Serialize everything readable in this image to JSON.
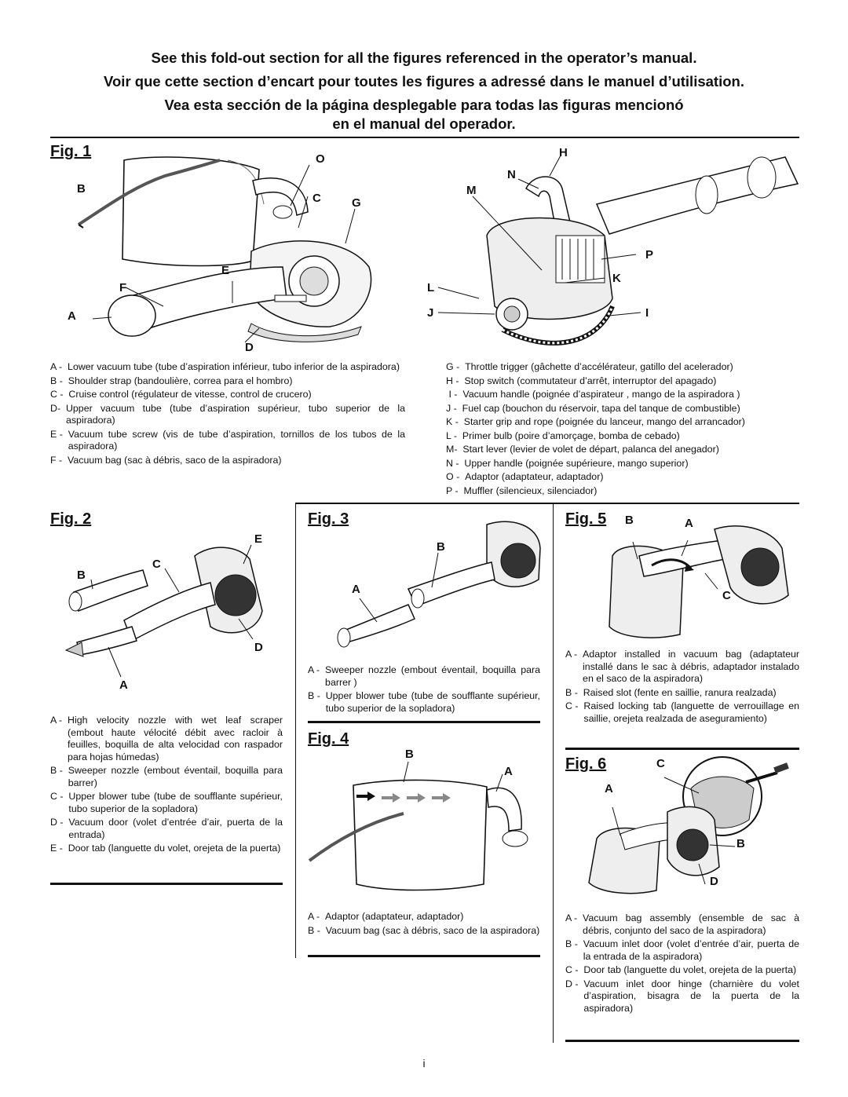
{
  "headings": {
    "en": "See this fold-out section for all the figures referenced in the operator’s manual.",
    "fr": "Voir que cette section d’encart pour toutes les figures a adressé dans le manuel d’utilisation.",
    "es_line1": "Vea esta sección de la página desplegable para todas las figuras mencionó",
    "es_line2": "en el manual del operador."
  },
  "fig1": {
    "label": "Fig. 1",
    "letters_left": [
      "O",
      "B",
      "C",
      "G",
      "E",
      "F",
      "A",
      "D"
    ],
    "letters_right": [
      "H",
      "N",
      "M",
      "P",
      "K",
      "L",
      "J",
      "I"
    ],
    "legend_left": [
      {
        "k": "A -  ",
        "t": "Lower vacuum tube (tube d’aspiration inférieur, tubo inferior de la aspiradora)"
      },
      {
        "k": "B -  ",
        "t": "Shoulder strap (bandoulière, correa para el hombro)"
      },
      {
        "k": "C -  ",
        "t": "Cruise control (régulateur de vitesse, control de crucero)"
      },
      {
        "k": "D-  ",
        "t": "Upper vacuum tube (tube d’aspiration supérieur, tubo superior de la aspiradora)"
      },
      {
        "k": "E -  ",
        "t": "Vacuum tube screw (vis de tube d’aspiration, tornillos de los tubos de la aspiradora)"
      },
      {
        "k": "F -  ",
        "t": "Vacuum bag (sac à débris, saco de la aspiradora)"
      }
    ],
    "legend_right": [
      {
        "k": "G -  ",
        "t": "Throttle trigger (gâchette d’accélérateur, gatillo del acelerador)"
      },
      {
        "k": "H -  ",
        "t": "Stop switch (commutateur d’arrêt, interruptor del apagado)"
      },
      {
        "k": " I -  ",
        "t": "Vacuum handle (poignée d’aspirateur , mango de la aspiradora )"
      },
      {
        "k": "J -  ",
        "t": "Fuel cap (bouchon du réservoir, tapa del tanque de combustible)"
      },
      {
        "k": "K -  ",
        "t": "Starter grip and rope (poignée du lanceur, mango del arrancador)"
      },
      {
        "k": "L -  ",
        "t": "Primer bulb (poire d’amorçage, bomba de cebado)"
      },
      {
        "k": "M-  ",
        "t": "Start lever (levier de volet de départ, palanca del anegador)"
      },
      {
        "k": "N -  ",
        "t": "Upper handle (poignée supérieure, mango superior)"
      },
      {
        "k": "O -  ",
        "t": "Adaptor (adaptateur, adaptador)"
      },
      {
        "k": "P -  ",
        "t": "Muffler (silencieux, silenciador)"
      }
    ]
  },
  "fig2": {
    "label": "Fig. 2",
    "letters": [
      "E",
      "C",
      "B",
      "D",
      "A"
    ],
    "legend": [
      {
        "k": "A -  ",
        "t": "High velocity nozzle with wet leaf scraper (embout haute vélocité débit avec racloir à feuilles, boquilla de alta velocidad con raspador para hojas húmedas)"
      },
      {
        "k": "B -  ",
        "t": "Sweeper nozzle (embout éventail, boquilla para barrer)"
      },
      {
        "k": "C -  ",
        "t": "Upper blower tube (tube de soufflante supérieur, tubo superior de la sopladora)"
      },
      {
        "k": "D -  ",
        "t": "Vacuum door (volet d’entrée d’air, puerta de la entrada)"
      },
      {
        "k": "E -  ",
        "t": "Door tab (languette du volet, orejeta de la puerta)"
      }
    ]
  },
  "fig3": {
    "label": "Fig. 3",
    "letters": [
      "B",
      "A"
    ],
    "legend": [
      {
        "k": "A -  ",
        "t": "Sweeper nozzle (embout éventail, boquilla para barrer )"
      },
      {
        "k": "B -  ",
        "t": "Upper blower tube (tube de soufflante supérieur, tubo superior de la sopladora)"
      }
    ]
  },
  "fig4": {
    "label": "Fig. 4",
    "letters": [
      "B",
      "A"
    ],
    "legend": [
      {
        "k": "A -  ",
        "t": "Adaptor (adaptateur, adaptador)"
      },
      {
        "k": "B -  ",
        "t": "Vacuum bag (sac à débris, saco de la aspiradora)"
      }
    ]
  },
  "fig5": {
    "label": "Fig. 5",
    "letters": [
      "B",
      "A",
      "C"
    ],
    "legend": [
      {
        "k": "A -  ",
        "t": "Adaptor installed in vacuum bag (adaptateur installé dans le sac à débris, adaptador instalado en el saco de la aspiradora)"
      },
      {
        "k": "B -  ",
        "t": "Raised slot (fente en saillie, ranura realzada)"
      },
      {
        "k": "C -  ",
        "t": "Raised locking tab (languette de verrouillage en saillie, orejeta realzada de aseguramiento)"
      }
    ]
  },
  "fig6": {
    "label": "Fig. 6",
    "letters": [
      "C",
      "A",
      "B",
      "D"
    ],
    "legend": [
      {
        "k": "A -  ",
        "t": "Vacuum bag assembly (ensemble de sac à débris, conjunto del saco de la aspiradora)"
      },
      {
        "k": "B -  ",
        "t": "Vacuum inlet door (volet d’entrée d’air, puerta de la entrada de la aspiradora)"
      },
      {
        "k": "C -  ",
        "t": "Door tab (languette du volet, orejeta de la puerta)"
      },
      {
        "k": "D -  ",
        "t": "Vacuum inlet door hinge (charnière du volet d’aspiration, bisagra de la puerta de la aspiradora)"
      }
    ]
  },
  "page_number": "i"
}
